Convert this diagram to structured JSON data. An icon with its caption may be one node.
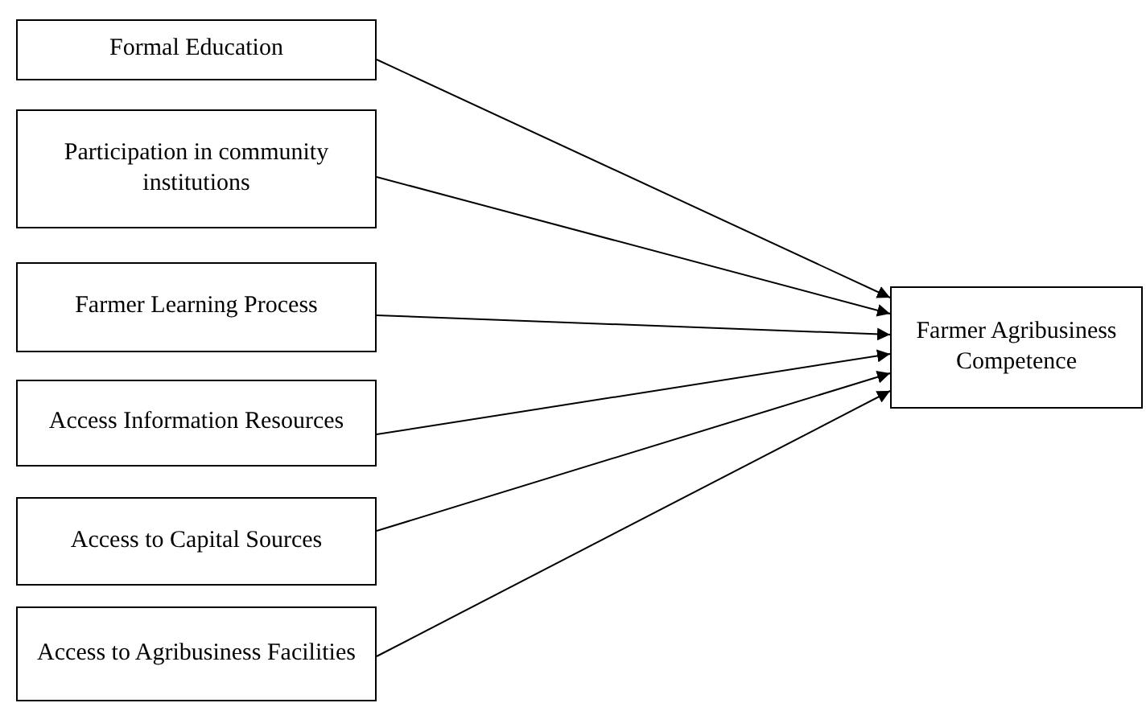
{
  "diagram": {
    "nodes": [
      {
        "text": [
          "Formal Education"
        ]
      },
      {
        "text": [
          "Participation in community institutions"
        ]
      },
      {
        "text": [
          "Farmer Learning Process"
        ]
      },
      {
        "text": [
          "Access Information Resources"
        ]
      },
      {
        "text": [
          "Access to Capital Sources"
        ]
      },
      {
        "text": [
          "Access to Agribusiness Facilities"
        ]
      },
      {
        "text": [
          "Farmer Agribusiness Competence"
        ]
      }
    ],
    "edges": [
      {
        "from": 0,
        "to": 6,
        "arrow": "to"
      },
      {
        "from": 1,
        "to": 6,
        "arrow": "to"
      },
      {
        "from": 2,
        "to": 6,
        "arrow": "to"
      },
      {
        "from": 3,
        "to": 6,
        "arrow": "to"
      },
      {
        "from": 4,
        "to": 6,
        "arrow": "to"
      },
      {
        "from": 5,
        "to": 6,
        "arrow": "to"
      }
    ]
  }
}
